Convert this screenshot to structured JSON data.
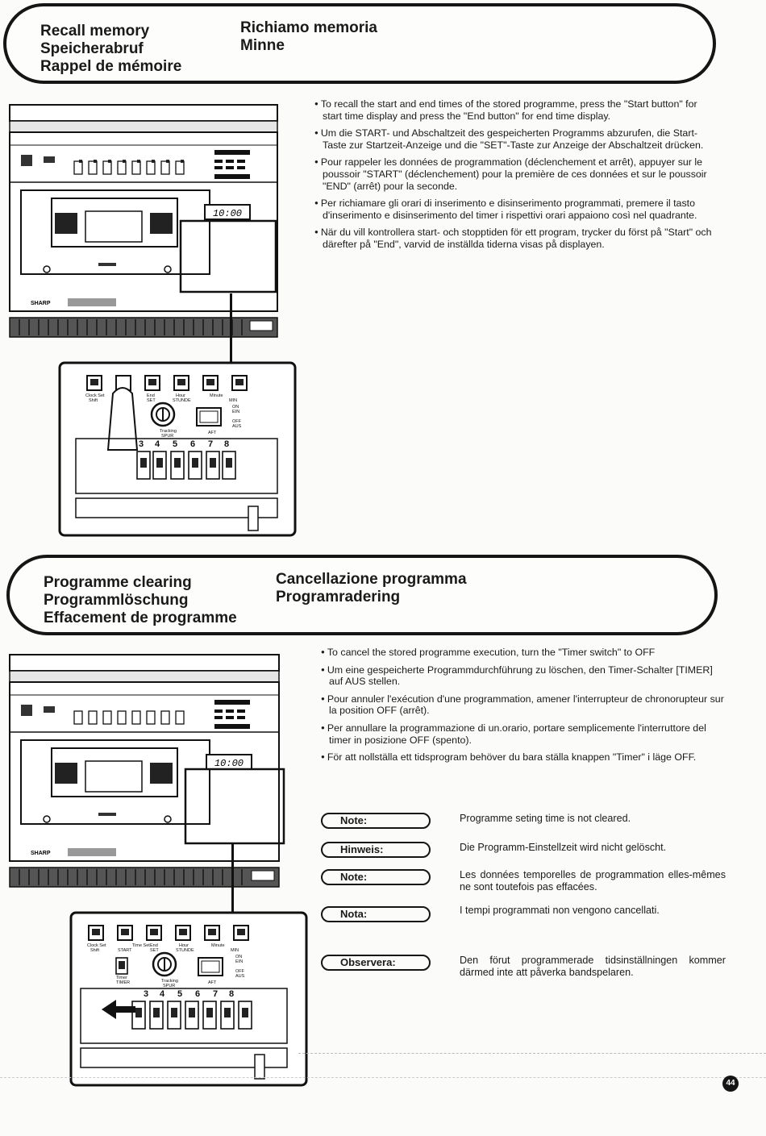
{
  "section1": {
    "titles_left": [
      "Recall memory",
      "Speicherabruf",
      "Rappel de mémoire"
    ],
    "titles_right": [
      "Richiamo memoria",
      "Minne"
    ],
    "instructions": [
      "To recall the start and end times of the stored programme, press the \"Start button\" for start time display and press the \"End button\" for end time display.",
      "Um die START- und Abschaltzeit des gespeicherten Programms abzurufen, die Start-Taste zur Startzeit-Anzeige und die \"SET\"-Taste zur Anzeige der Abschaltzeit drücken.",
      "Pour rappeler les données de programmation (déclenchement et arrêt), appuyer sur le poussoir \"START\" (déclenchement) pour la première de ces données et sur le poussoir \"END\" (arrêt) pour la seconde.",
      "Per richiamare gli orari di inserimento e disinserimento programmati, premere il tasto d'inserimento e disinserimento del timer i rispettivi orari appaiono così nel quadrante.",
      "När du vill kontrollera start- och stopptiden för ett program, trycker du först på \"Start\" och därefter på \"End\", varvid de inställda tiderna visas på displayen."
    ],
    "device": {
      "display": "10:00",
      "brand": "SHARP",
      "panel_labels": {
        "clock_set": "Clock Set",
        "shift": "Shift",
        "end": "End",
        "set": "SET",
        "hour": "Hour",
        "stunde": "STUNDE",
        "minute": "Minute",
        "min": "MIN",
        "on": "ON",
        "ein": "EIN",
        "off": "OFF",
        "aus": "AUS",
        "aft": "AFT",
        "tracking": "Tracking",
        "spur": "SPUR",
        "numbers": [
          "3",
          "4",
          "5",
          "6",
          "7",
          "8"
        ]
      }
    }
  },
  "section2": {
    "titles_left": [
      "Programme clearing",
      "Programmlöschung",
      "Effacement de programme"
    ],
    "titles_right": [
      "Cancellazione programma",
      "Programradering"
    ],
    "instructions": [
      "To cancel the stored programme execution, turn the \"Timer switch\" to OFF",
      "Um eine gespeicherte Programmdurchführung zu löschen, den Timer-Schalter [TIMER] auf AUS stellen.",
      "Pour annuler l'exécution d'une programmation, amener l'interrupteur de chronorupteur sur la position OFF (arrêt).",
      "Per annullare la programmazione di un.orario, portare semplicemente l'interruttore del timer in posizione OFF (spento).",
      "För att nollställa ett tidsprogram behöver du bara ställa knappen \"Timer\" i läge OFF."
    ],
    "notes": [
      {
        "label": "Note:",
        "text": "Programme seting time is not cleared."
      },
      {
        "label": "Hinweis:",
        "text": "Die Programm-Einstellzeit wird nicht gelöscht."
      },
      {
        "label": "Note:",
        "text": "Les données temporelles de programmation elles-mêmes ne sont toutefois pas effacées."
      },
      {
        "label": "Nota:",
        "text": "I tempi programmati non vengono cancellati."
      },
      {
        "label": "Observera:",
        "text": "Den förut programmerade tidsinställningen kommer därmed inte att påverka bandspelaren."
      }
    ],
    "device": {
      "display": "10:00",
      "brand": "SHARP",
      "panel_labels": {
        "clock_set": "Clock Set",
        "shift": "Shift",
        "start": "START",
        "time_set": "Time Set",
        "end": "End",
        "set": "SET",
        "hour": "Hour",
        "stunde": "STUNDE",
        "minute": "Minute",
        "min": "MIN",
        "on": "ON",
        "ein": "EIN",
        "off": "OFF",
        "aus": "AUS",
        "aft": "AFT",
        "timer": "Timer",
        "timer_caps": "TIMER",
        "tracking": "Tracking",
        "spur": "SPUR",
        "numbers": [
          "3",
          "4",
          "5",
          "6",
          "7",
          "8"
        ]
      }
    }
  },
  "page_number": "44"
}
